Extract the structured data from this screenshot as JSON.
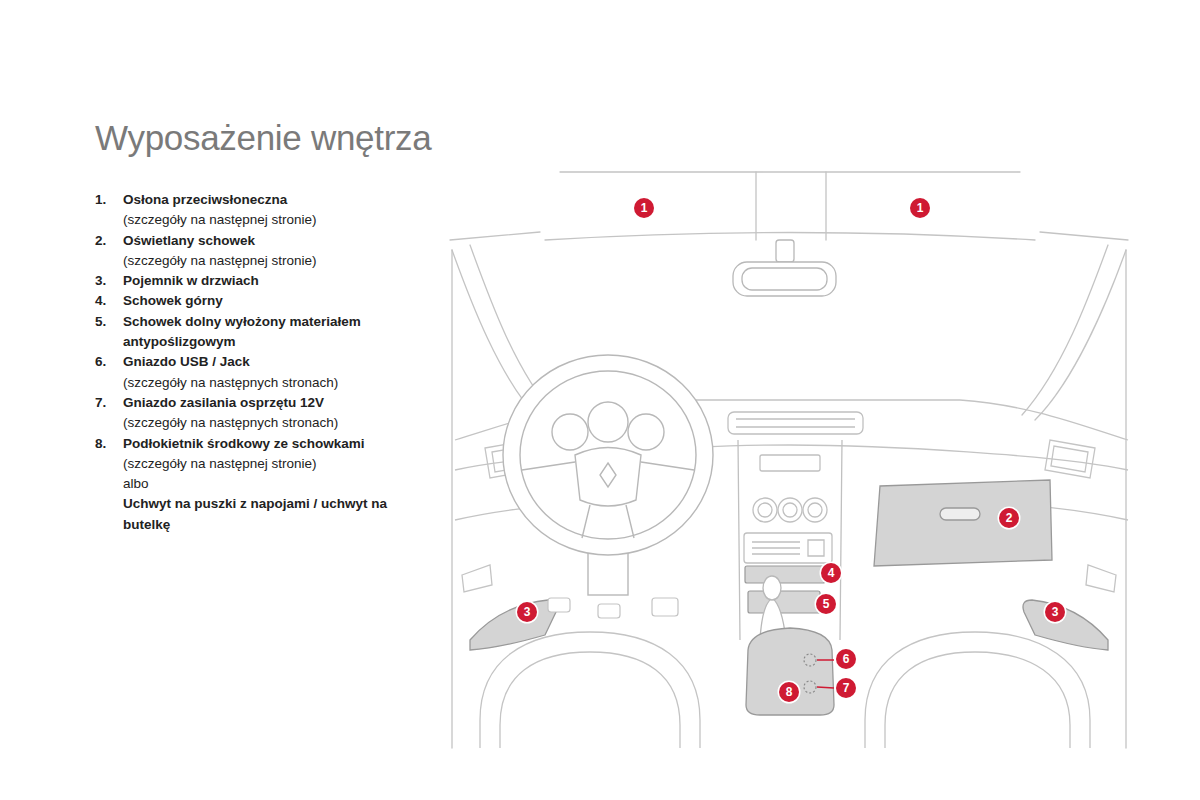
{
  "diagram": {
    "title": "Wyposażenie wnętrza",
    "labels": [
      "1.",
      "Osłona przeciwsłoneczna",
      "(szczegóły na następnej stronie)",
      "2.",
      "Oświetlany schowek",
      "(szczegóły na następnej stronie)",
      "3.",
      "Pojemnik w drzwiach",
      "4.",
      "Schowek górny",
      "5.",
      "Schowek dolny wyłożony materiałem antypoślizgowym",
      "6.",
      "Gniazdo USB / Jack",
      "(szczegóły na następnych stronach)",
      "7.",
      "Gniazdo zasilania osprzętu 12V",
      "(szczegóły na następnych stronach)",
      "8.",
      "Podłokietnik środkowy ze schowkami",
      "(szczegóły na następnej stronie)",
      "albo",
      "Uchwyt na puszki z napojami / uchwyt na butelkę",
      "1",
      "1",
      "2",
      "3",
      "3",
      "4",
      "5",
      "6",
      "7",
      "8"
    ]
  }
}
